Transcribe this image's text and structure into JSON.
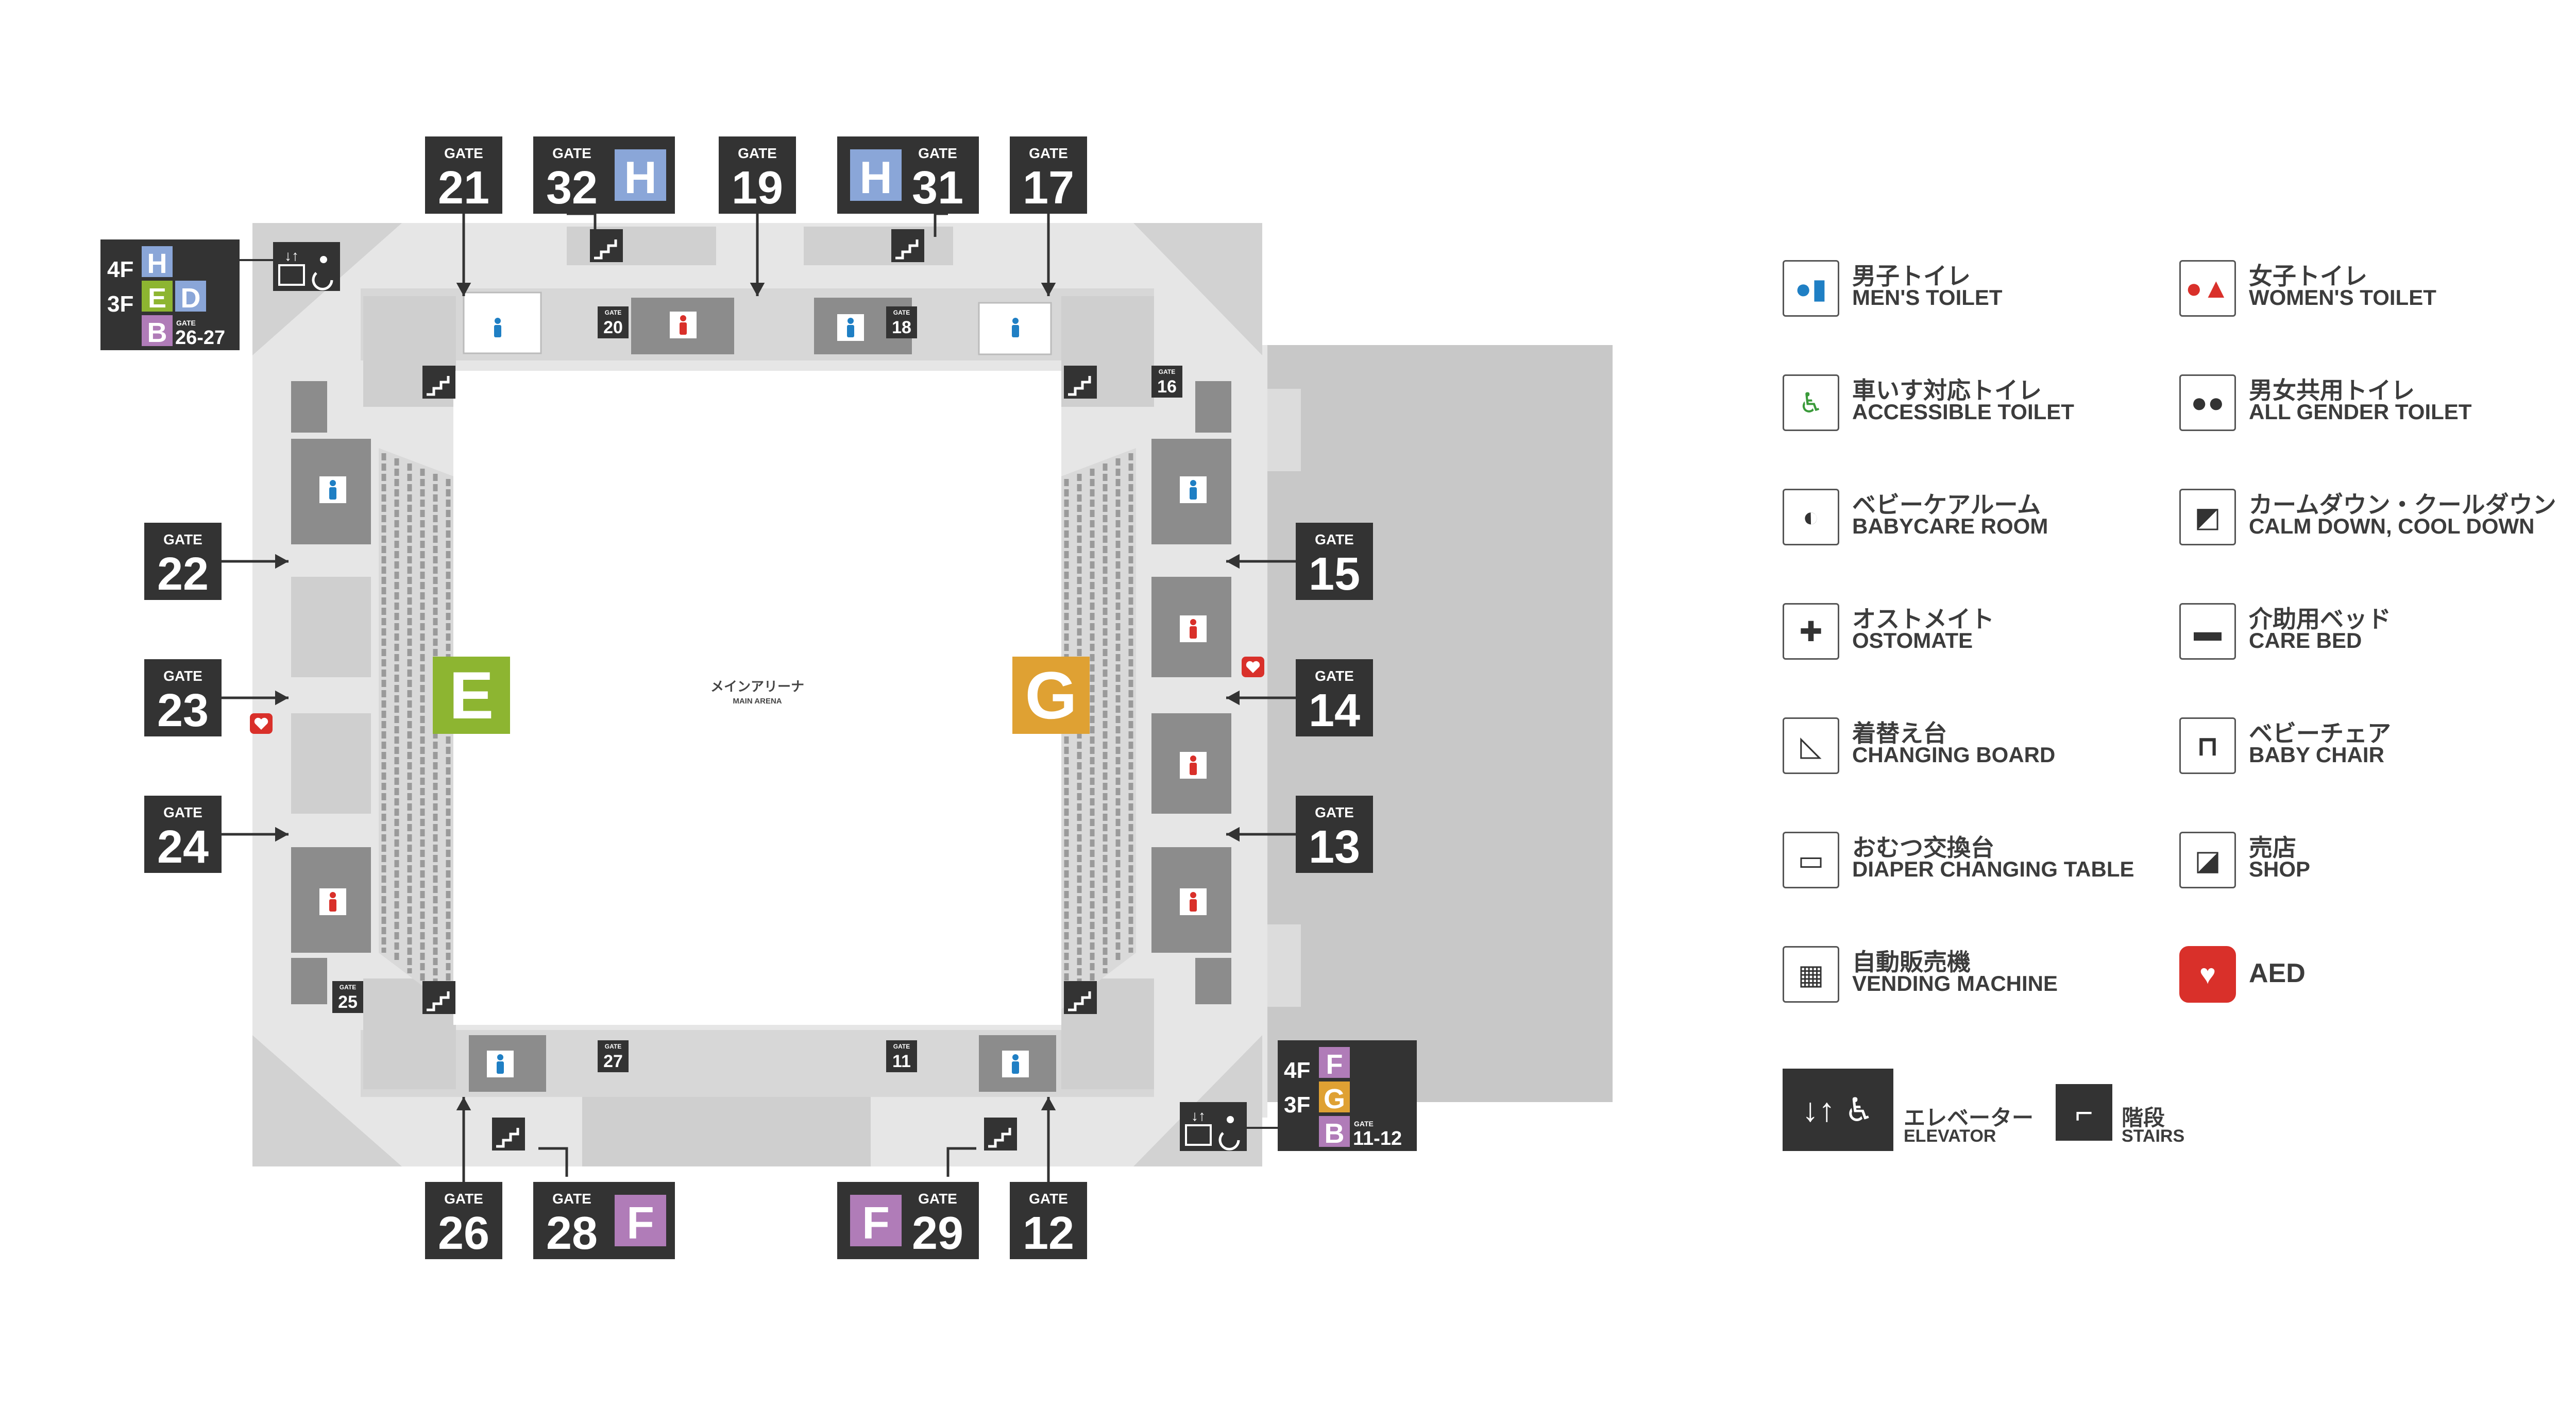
{
  "arena": {
    "jp": "メインアリーナ",
    "en": "MAIN ARENA",
    "zones": [
      {
        "label": "E",
        "color": "#8db531"
      },
      {
        "label": "G",
        "color": "#dfa133"
      }
    ]
  },
  "gate_word": "GATE",
  "floors": [
    "4F",
    "3F",
    "B"
  ],
  "gates_top": [
    {
      "num": "21"
    },
    {
      "num": "32",
      "tag": "H"
    },
    {
      "num": "19"
    },
    {
      "num": "31",
      "tag": "H"
    },
    {
      "num": "17"
    }
  ],
  "gates_left": [
    {
      "num": "22"
    },
    {
      "num": "23"
    },
    {
      "num": "24"
    }
  ],
  "gates_right": [
    {
      "num": "15"
    },
    {
      "num": "14"
    },
    {
      "num": "13"
    }
  ],
  "gates_bottom": [
    {
      "num": "26"
    },
    {
      "num": "28",
      "tag": "F"
    },
    {
      "num": "29",
      "tag": "F"
    },
    {
      "num": "12"
    }
  ],
  "inner_gates": [
    "20",
    "18",
    "16",
    "25",
    "27",
    "11"
  ],
  "elevator_boxes": {
    "nw": {
      "f4": "H",
      "f3a": "E",
      "f3b": "D",
      "b": "B",
      "b_gates": "26-27"
    },
    "se": {
      "f4": "F",
      "f3": "G",
      "b": "B",
      "b_gates": "11-12"
    }
  },
  "tag_colors": {
    "H": "#8aa6d8",
    "F": "#b07cb8",
    "E": "#8db531",
    "D": "#8aa6d8",
    "G": "#dfa133",
    "B": "#b07cb8"
  },
  "legend": {
    "items": [
      {
        "icon": "mens-toilet-icon",
        "jp": "男子トイレ",
        "en": "MEN'S TOILET"
      },
      {
        "icon": "womens-toilet-icon",
        "jp": "女子トイレ",
        "en": "WOMEN'S TOILET"
      },
      {
        "icon": "accessible-toilet-icon",
        "jp": "車いす対応トイレ",
        "en": "ACCESSIBLE TOILET"
      },
      {
        "icon": "all-gender-toilet-icon",
        "jp": "男女共用トイレ",
        "en": "ALL GENDER TOILET"
      },
      {
        "icon": "babycare-room-icon",
        "jp": "ベビーケアルーム",
        "en": "BABYCARE ROOM"
      },
      {
        "icon": "calm-down-icon",
        "jp": "カームダウン・クールダウン",
        "en": "CALM DOWN, COOL DOWN"
      },
      {
        "icon": "ostomate-icon",
        "jp": "オストメイト",
        "en": "OSTOMATE"
      },
      {
        "icon": "care-bed-icon",
        "jp": "介助用ベッド",
        "en": "CARE BED"
      },
      {
        "icon": "changing-board-icon",
        "jp": "着替え台",
        "en": "CHANGING BOARD"
      },
      {
        "icon": "baby-chair-icon",
        "jp": "ベビーチェア",
        "en": "BABY CHAIR"
      },
      {
        "icon": "diaper-table-icon",
        "jp": "おむつ交換台",
        "en": "DIAPER CHANGING TABLE"
      },
      {
        "icon": "shop-icon",
        "jp": "売店",
        "en": "SHOP"
      },
      {
        "icon": "vending-machine-icon",
        "jp": "自動販売機",
        "en": "VENDING MACHINE"
      },
      {
        "icon": "aed-icon",
        "jp": "",
        "en": "AED"
      }
    ],
    "elevator": {
      "jp": "エレベーター",
      "en": "ELEVATOR"
    },
    "stairs": {
      "jp": "階段",
      "en": "STAIRS"
    },
    "aed_badge": "AED"
  },
  "colors": {
    "dark": "#333333",
    "blue": "#1f7fc4",
    "red": "#d9302a",
    "green": "#3a9a3a",
    "floor": "#e6e6e6",
    "room": "#8c8c8c"
  }
}
